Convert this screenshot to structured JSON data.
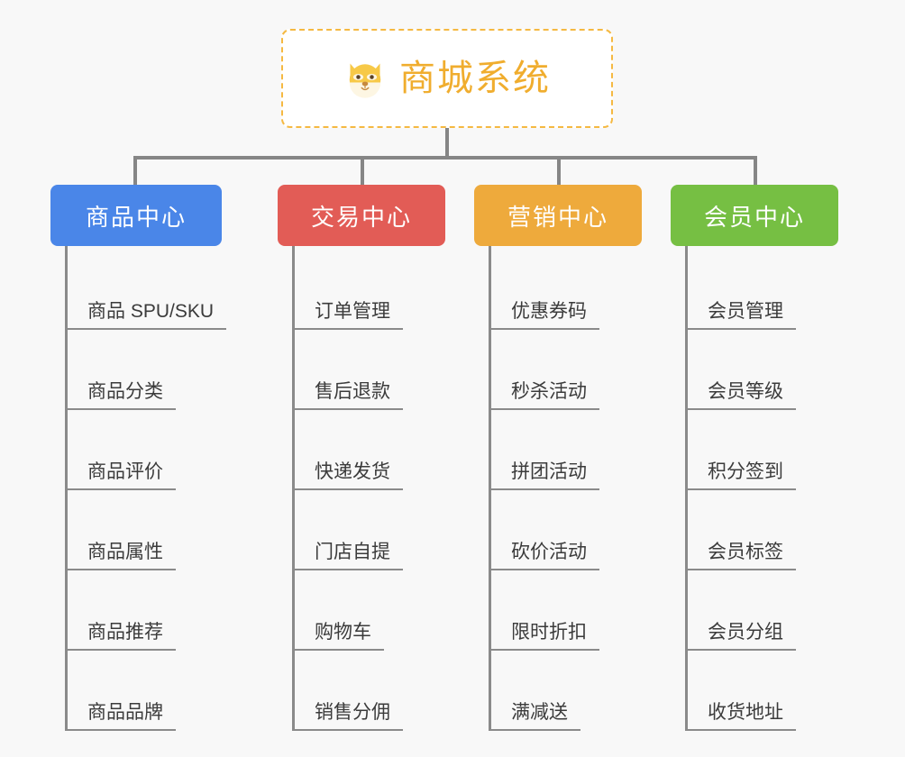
{
  "background_color": "#f8f8f8",
  "root": {
    "icon": "shiba-dog-icon",
    "title": "商城系统",
    "color": "#f0ad2e",
    "border_color": "#f5b942"
  },
  "connector_color": "#868686",
  "columns": [
    {
      "id": "product-center",
      "label": "商品中心",
      "color": "#4a86e8",
      "items": [
        "商品 SPU/SKU",
        "商品分类",
        "商品评价",
        "商品属性",
        "商品推荐",
        "商品品牌"
      ]
    },
    {
      "id": "trade-center",
      "label": "交易中心",
      "color": "#e25c56",
      "items": [
        "订单管理",
        "售后退款",
        "快递发货",
        "门店自提",
        "购物车",
        "销售分佣"
      ]
    },
    {
      "id": "marketing-center",
      "label": "营销中心",
      "color": "#eeaa3c",
      "items": [
        "优惠券码",
        "秒杀活动",
        "拼团活动",
        "砍价活动",
        "限时折扣",
        "满减送"
      ]
    },
    {
      "id": "member-center",
      "label": "会员中心",
      "color": "#76bf43",
      "items": [
        "会员管理",
        "会员等级",
        "积分签到",
        "会员标签",
        "会员分组",
        "收货地址"
      ]
    }
  ]
}
